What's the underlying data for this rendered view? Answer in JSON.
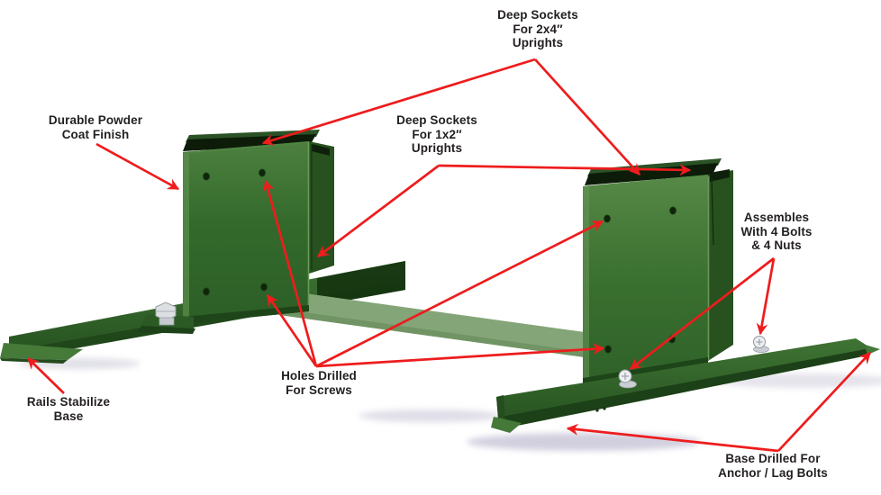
{
  "diagram_title": "Target stand base feature diagram",
  "colors": {
    "background": "#ffffff",
    "arrow_red": "#ee1c1d",
    "text_black": "#231f20",
    "box_green": "#2f6329",
    "box_green_light": "#4d8040",
    "box_green_dark": "#27521f",
    "rail_green": "#2e5f27",
    "rail_green_dark": "#1d4418",
    "stretcher_green": "#84a577",
    "socket_opening": "#0c1c09",
    "metal_silver": "#dde0e3"
  },
  "labels": {
    "deep_sockets_2x4": {
      "lines": [
        "Deep Sockets",
        "For 2x4″",
        "Uprights"
      ]
    },
    "durable_powder": {
      "lines": [
        "Durable Powder",
        "Coat Finish"
      ]
    },
    "deep_sockets_1x2": {
      "lines": [
        "Deep Sockets",
        "For 1x2″",
        "Uprights"
      ]
    },
    "assembles": {
      "lines": [
        "Assembles",
        "With 4 Bolts",
        "& 4 Nuts"
      ]
    },
    "rails_stabilize": {
      "lines": [
        "Rails Stabilize",
        "Base"
      ]
    },
    "holes_drilled": {
      "lines": [
        "Holes Drilled",
        "For Screws"
      ]
    },
    "base_drilled": {
      "lines": [
        "Base Drilled For",
        "Anchor / Lag Bolts"
      ]
    }
  }
}
